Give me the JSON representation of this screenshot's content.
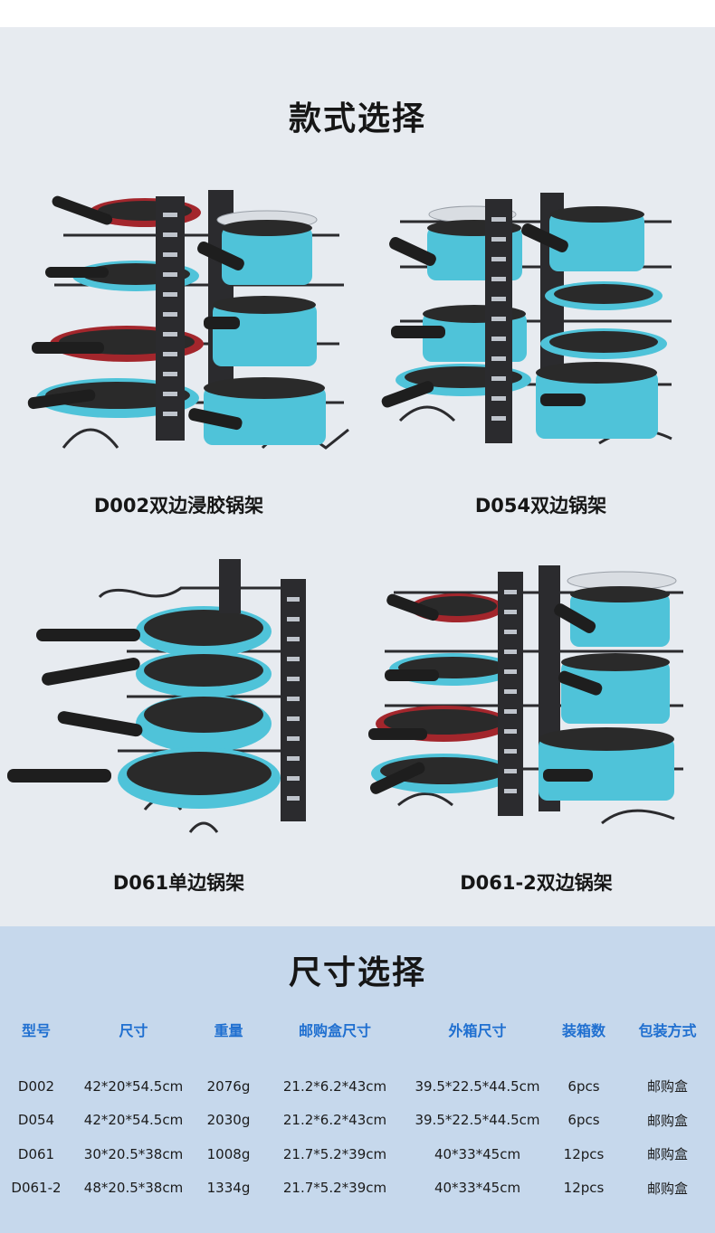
{
  "style_section": {
    "title": "款式选择"
  },
  "size_section": {
    "title": "尺寸选择"
  },
  "products": [
    {
      "label": "D002双边浸胶锅架",
      "image": "pan-rack-image"
    },
    {
      "label": "D054双边锅架",
      "image": "pan-rack-image"
    },
    {
      "label": "D061单边锅架",
      "image": "pan-rack-image"
    },
    {
      "label": "D061-2双边锅架",
      "image": "pan-rack-image"
    }
  ],
  "spec_table": {
    "headers": [
      "型号",
      "尺寸",
      "重量",
      "邮购盒尺寸",
      "外箱尺寸",
      "装箱数",
      "包装方式"
    ],
    "rows": [
      [
        "D002",
        "42*20*54.5cm",
        "2076g",
        "21.2*6.2*43cm",
        "39.5*22.5*44.5cm",
        "6pcs",
        "邮购盒"
      ],
      [
        "D054",
        "42*20*54.5cm",
        "2030g",
        "21.2*6.2*43cm",
        "39.5*22.5*44.5cm",
        "6pcs",
        "邮购盒"
      ],
      [
        "D061",
        "30*20.5*38cm",
        "1008g",
        "21.7*5.2*39cm",
        "40*33*45cm",
        "12pcs",
        "邮购盒"
      ],
      [
        "D061-2",
        "48*20.5*38cm",
        "1334g",
        "21.7*5.2*39cm",
        "40*33*45cm",
        "12pcs",
        "邮购盒"
      ]
    ]
  },
  "colors": {
    "header_blue": "#1f6fd0",
    "pot_teal": "#4fc3d9",
    "pan_red": "#a3262c",
    "rack_black": "#2b2b2e",
    "upper_bg": "#e7ebf0",
    "lower_bg": "#c6d8ec"
  }
}
